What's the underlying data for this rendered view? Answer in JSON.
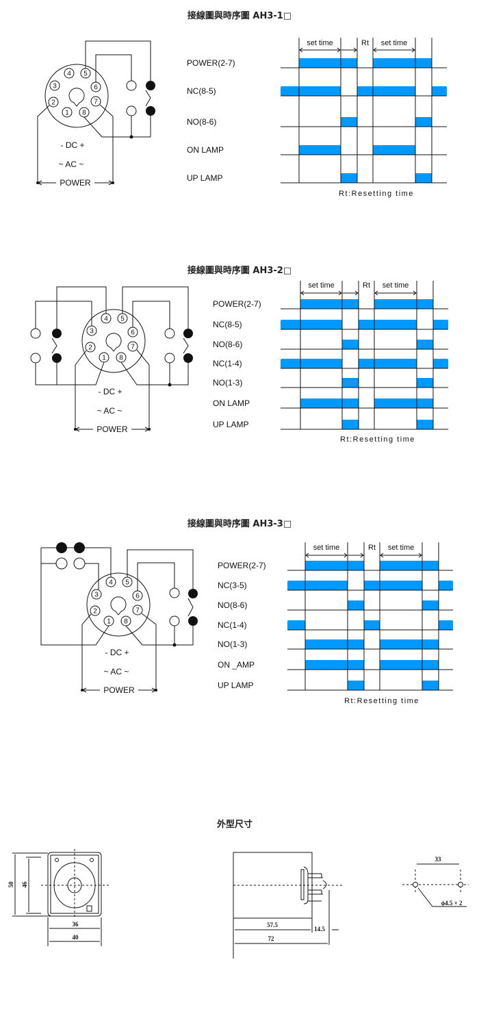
{
  "colors": {
    "signal_fill": "#0099ff",
    "line": "#111111"
  },
  "pins": [
    "1",
    "2",
    "3",
    "4",
    "5",
    "6",
    "7",
    "8"
  ],
  "sections": [
    {
      "title": "接線圖與時序圖 AH3-1□",
      "dc_label": "- DC +",
      "ac_label": "~ AC ~",
      "power_label": "POWER",
      "timing": {
        "set_time_label": "set time",
        "rt_label": "Rt",
        "footnote": "Rt:Resetting time",
        "signals": [
          {
            "name": "POWER(2-7)",
            "on": [
              [
                1,
                3
              ],
              [
                4,
                6
              ]
            ]
          },
          {
            "name": "NC(8-5)",
            "on": [
              [
                0,
                2
              ],
              [
                3,
                5
              ],
              [
                6,
                7
              ]
            ]
          },
          {
            "name": "NO(8-6)",
            "on": [
              [
                2,
                3
              ],
              [
                5,
                6
              ]
            ]
          },
          {
            "name": "ON LAMP",
            "on": [
              [
                1,
                2
              ],
              [
                4,
                5
              ]
            ]
          },
          {
            "name": "UP LAMP",
            "on": [
              [
                2,
                3
              ],
              [
                5,
                6
              ]
            ]
          }
        ]
      }
    },
    {
      "title": "接線圖與時序圖 AH3-2□",
      "dc_label": "- DC +",
      "ac_label": "~ AC ~",
      "power_label": "POWER",
      "timing": {
        "set_time_label": "set time",
        "rt_label": "Rt",
        "footnote": "Rt:Resetting time",
        "signals": [
          {
            "name": "POWER(2-7)",
            "on": [
              [
                1,
                3
              ],
              [
                4,
                6
              ]
            ]
          },
          {
            "name": "NC(8-5)",
            "on": [
              [
                0,
                2
              ],
              [
                3,
                5
              ],
              [
                6,
                7
              ]
            ]
          },
          {
            "name": "NO(8-6)",
            "on": [
              [
                2,
                3
              ],
              [
                5,
                6
              ]
            ]
          },
          {
            "name": "NC(1-4)",
            "on": [
              [
                0,
                2
              ],
              [
                3,
                5
              ],
              [
                6,
                7
              ]
            ]
          },
          {
            "name": "NO(1-3)",
            "on": [
              [
                2,
                3
              ],
              [
                5,
                6
              ]
            ]
          },
          {
            "name": "ON  LAMP",
            "on": [
              [
                1,
                3
              ],
              [
                4,
                6
              ]
            ]
          },
          {
            "name": "UP  LAMP",
            "on": [
              [
                2,
                3
              ],
              [
                5,
                6
              ]
            ]
          }
        ]
      }
    },
    {
      "title": "接線圖與時序圖 AH3-3□",
      "dc_label": "- DC +",
      "ac_label": "~ AC ~",
      "power_label": "POWER",
      "timing": {
        "set_time_label": "set time",
        "rt_label": "Rt",
        "footnote": "Rt:Resetting time",
        "signals": [
          {
            "name": "POWER(2-7)",
            "on": [
              [
                1,
                3
              ],
              [
                4,
                6
              ]
            ]
          },
          {
            "name": "NC(3-5)",
            "on": [
              [
                0,
                2
              ],
              [
                3,
                5
              ],
              [
                6,
                7
              ]
            ]
          },
          {
            "name": "NO(8-6)",
            "on": [
              [
                2,
                3
              ],
              [
                5,
                6
              ]
            ]
          },
          {
            "name": "NC(1-4)",
            "on": [
              [
                0,
                1
              ],
              [
                3,
                4
              ],
              [
                6,
                7
              ]
            ]
          },
          {
            "name": "NO(1-3)",
            "on": [
              [
                1,
                3
              ],
              [
                4,
                6
              ]
            ]
          },
          {
            "name": "ON _AMP",
            "on": [
              [
                1,
                3
              ],
              [
                4,
                6
              ]
            ]
          },
          {
            "name": "UP LAMP",
            "on": [
              [
                2,
                3
              ],
              [
                5,
                6
              ]
            ]
          }
        ]
      }
    }
  ],
  "dimensions": {
    "title": "外型尺寸",
    "front": {
      "height_outer": "50",
      "height_inner": "46",
      "width_inner": "36",
      "width_outer": "40"
    },
    "side": {
      "body_length": "57.5",
      "pin_length": "14.5",
      "total_length": "72"
    },
    "mounting": {
      "hole_spacing": "33",
      "hole_spec": "ϕ4.5 × 2"
    }
  }
}
